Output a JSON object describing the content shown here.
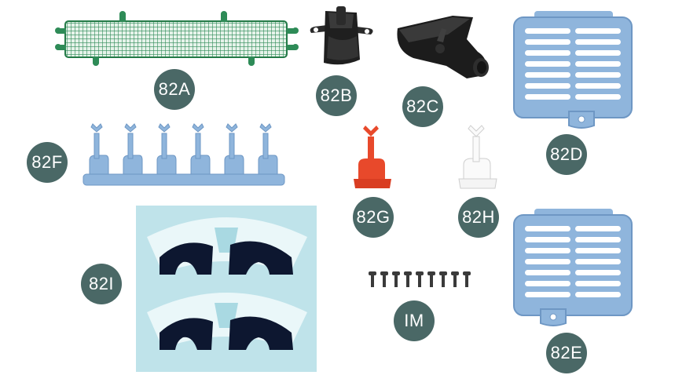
{
  "parts": {
    "82A": {
      "label": "82A",
      "icon": "green-mesh-grille-icon"
    },
    "82B": {
      "label": "82B",
      "icon": "black-bracket-icon"
    },
    "82C": {
      "label": "82C",
      "icon": "black-duct-icon"
    },
    "82D": {
      "label": "82D",
      "icon": "blue-vent-grille-icon"
    },
    "82E": {
      "label": "82E",
      "icon": "blue-vent-grille-icon"
    },
    "82F": {
      "label": "82F",
      "icon": "blue-sprue-icon"
    },
    "82G": {
      "label": "82G",
      "icon": "red-clip-icon"
    },
    "82H": {
      "label": "82H",
      "icon": "white-clip-icon"
    },
    "82I": {
      "label": "82I",
      "icon": "decal-sheet-icon"
    },
    "IM": {
      "label": "IM",
      "icon": "screws-icon"
    }
  },
  "colors": {
    "badge": "#4a6866",
    "green": "#2e8b57",
    "blue": "#8fb5dc",
    "red": "#e8492b",
    "black": "#1c1c1c",
    "decal_bg": "#bfe3ea"
  }
}
